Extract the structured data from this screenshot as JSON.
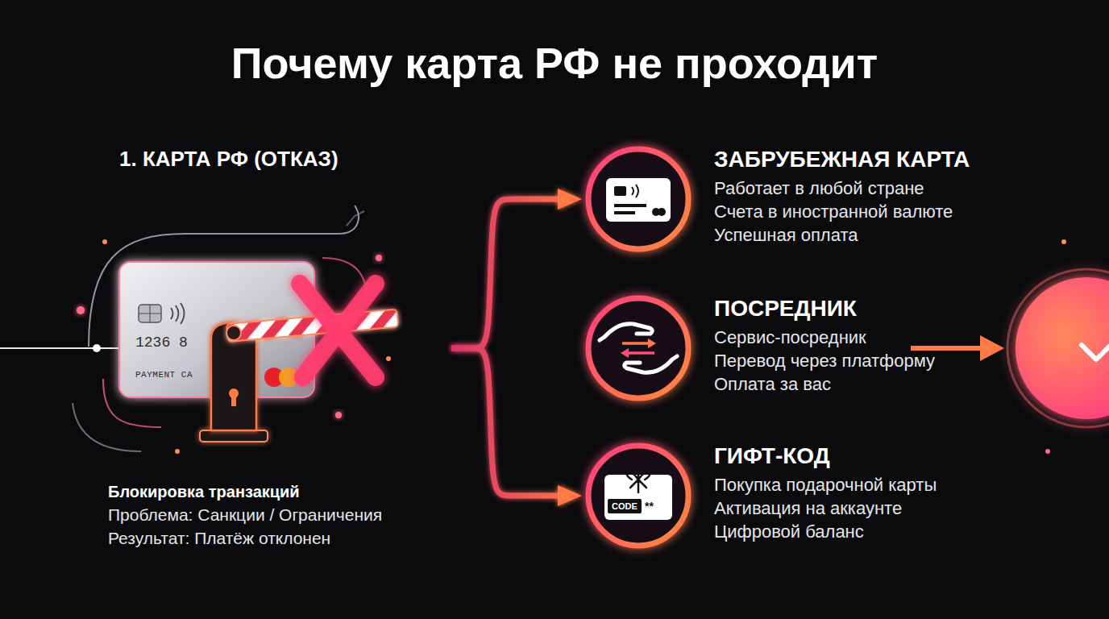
{
  "diagram": {
    "title": "Почему карта РФ не проходит",
    "nodes": [
      {
        "text": [
          "1. КАРТА РФ (ОТКАЗ)",
          "Блокировка транзакций",
          "Проблема: Санкции / Ограничения",
          "Результат: Платёж отклонен"
        ]
      },
      {
        "text": [
          "ЗАБРУБЕЖНАЯ КАРТА",
          "Работает в любой стране",
          "Счета в иностранной валюте",
          "Успешная оплата"
        ]
      },
      {
        "text": [
          "ПОСРЕДНИК",
          "Сервис-посредник",
          "Перевод через платформу",
          "Оплата за вас"
        ]
      },
      {
        "text": [
          "ГИФТ-КОД",
          "Покупка подарочной карты",
          "Активация на аккаунте",
          "Цифровой баланс"
        ]
      }
    ],
    "edges": [
      {
        "from": 0,
        "to": 1,
        "arrow": "to"
      },
      {
        "from": 0,
        "to": 2,
        "arrow": "to"
      },
      {
        "from": 0,
        "to": 3,
        "arrow": "to"
      }
    ],
    "labels": [
      "1236 8",
      "PAYMENT CA",
      "CODE",
      "**"
    ]
  }
}
